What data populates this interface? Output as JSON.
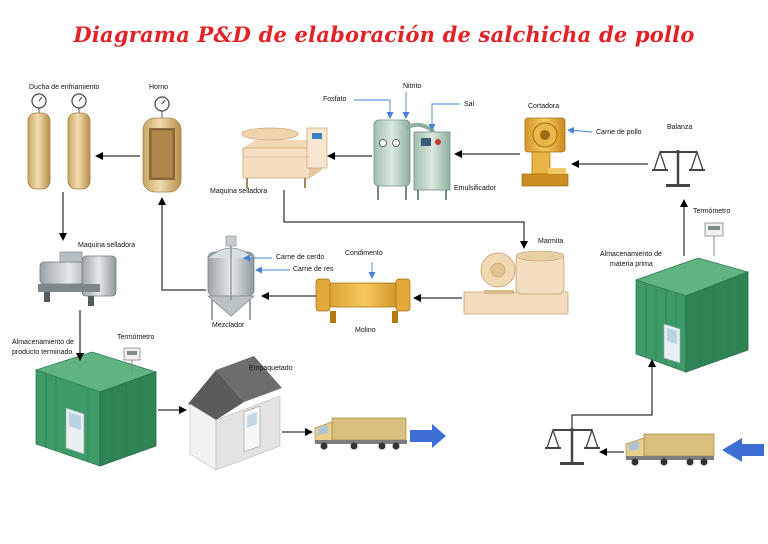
{
  "title": "Diagrama P&D de elaboración de salchicha de pollo",
  "labels": {
    "ducha": "Ducha de enfriamiento",
    "horno": "Horno",
    "fosfato": "Fosfato",
    "nitrito": "Nitrito",
    "sal": "Sal",
    "cortadora": "Cortadora",
    "carne_pollo": "Carne de pollo",
    "balanza_top": "Balanza",
    "maquina_selladora_top": "Maquina selladora",
    "emulsificador": "Emulsificador",
    "termometro_right": "Termómetro",
    "maquina_selladora_left": "Maquina selladora",
    "carne_cerdo": "Carne de cerdo",
    "carne_res": "Carne de res",
    "condimento": "Condimento",
    "marmita": "Marmita",
    "almacen_mp_1": "Almacenamiento de",
    "almacen_mp_2": "materia prima",
    "mezclador": "Mezclador",
    "molino": "Molino",
    "almacen_pt_1": "Almacenamiento de",
    "almacen_pt_2": "producto terminado",
    "termometro_left": "Termómetro",
    "empaquetado": "Empaquetado"
  },
  "colors": {
    "title": "#e32227",
    "arrow": "#000000",
    "input_arrow": "#4a7fd6",
    "shed_green": "#3f9a6a",
    "tank_tan": "#e3c48a",
    "truck_body": "#d9bf7d",
    "big_arrow": "#3c6fd1"
  }
}
